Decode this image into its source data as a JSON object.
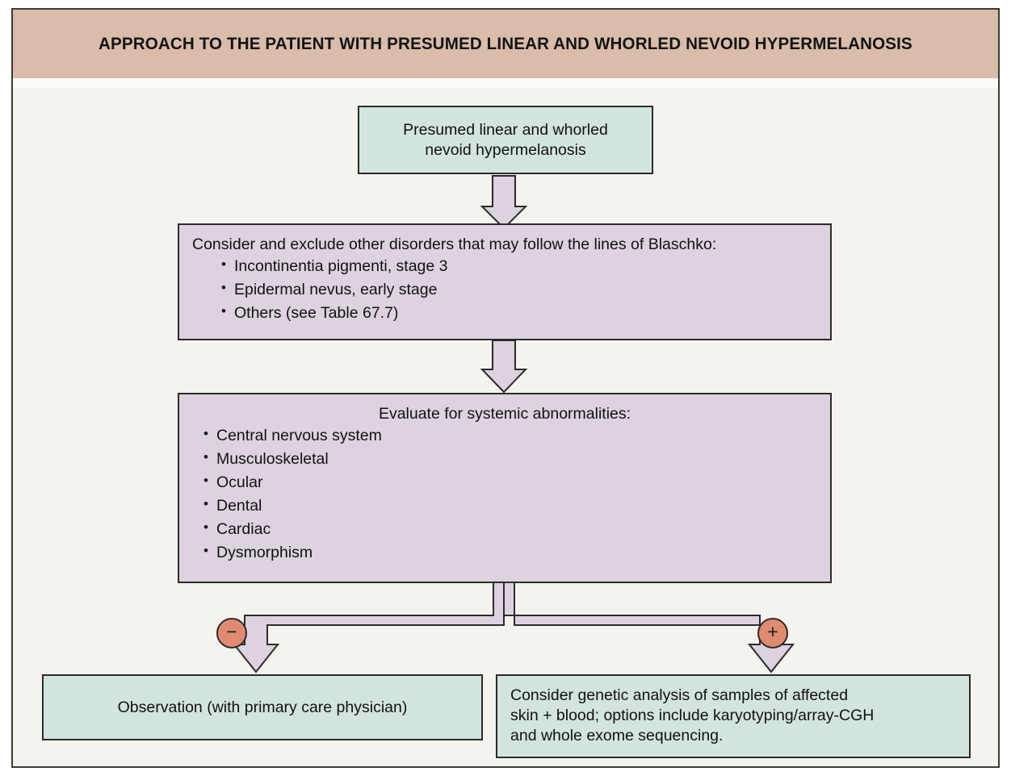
{
  "header": {
    "title": "APPROACH TO THE PATIENT WITH PRESUMED LINEAR AND WHORLED NEVOID HYPERMELANOSIS"
  },
  "colors": {
    "header_band": "#d9bcaa",
    "page_background": "#f5f3ee",
    "green_box": "#d3e4de",
    "purple_box": "#dcd3de",
    "badge": "#e08a72",
    "outline": "#2b2b2b"
  },
  "nodes": {
    "start": {
      "line1": "Presumed linear and whorled",
      "line2": "nevoid hypermelanosis"
    },
    "exclude": {
      "heading": "Consider and exclude other disorders that may follow the lines of Blaschko:",
      "items": [
        "Incontinentia pigmenti, stage 3",
        "Epidermal nevus, early stage",
        "Others (see Table 67.7)"
      ]
    },
    "evaluate": {
      "heading": "Evaluate for systemic abnormalities:",
      "items": [
        "Central nervous system",
        "Musculoskeletal",
        "Ocular",
        "Dental",
        "Cardiac",
        "Dysmorphism"
      ]
    },
    "observation": {
      "text": "Observation (with primary care physician)"
    },
    "genetic": {
      "line1": "Consider genetic analysis of samples of affected",
      "line2": "skin + blood; options include karyotyping/array-CGH",
      "line3": "and whole exome sequencing."
    }
  },
  "badges": {
    "negative": "−",
    "positive": "+"
  }
}
